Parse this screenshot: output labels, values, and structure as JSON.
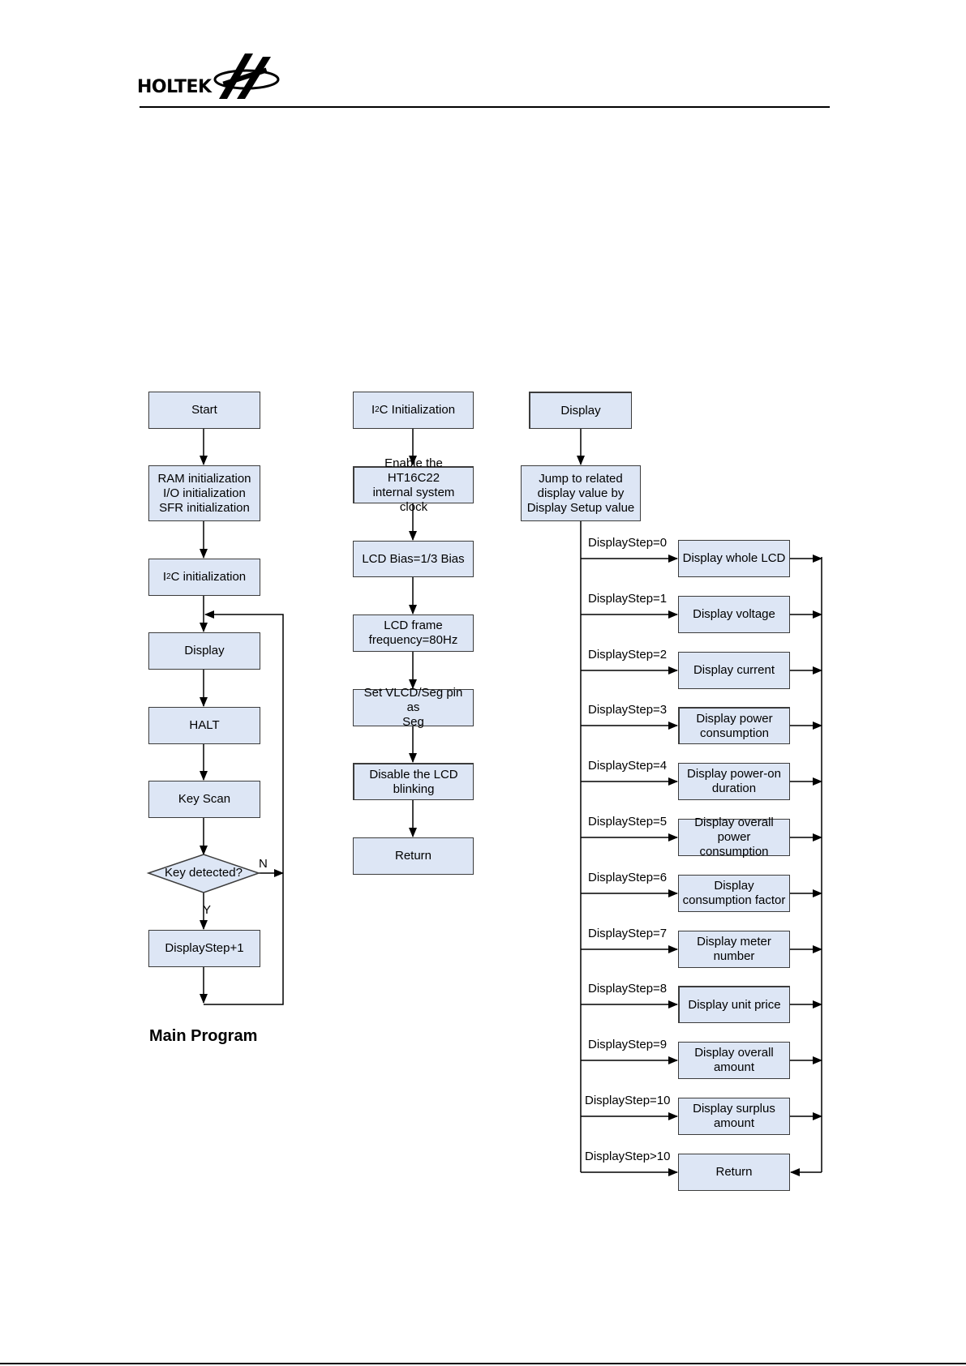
{
  "header": {
    "logo_text": "HOLTEK"
  },
  "main_program": {
    "caption": "Main Program",
    "start": "Start",
    "init": "RAM initialization\nI/O initialization\nSFR initialization",
    "i2c_pre": "I",
    "i2c_sup": "2",
    "i2c_post": "C initialization",
    "display": "Display",
    "halt": "HALT",
    "key_scan": "Key Scan",
    "key_detected": "Key detected?",
    "branch_no": "N",
    "branch_yes": "Y",
    "display_step_inc": "DisplayStep+1"
  },
  "i2c_init": {
    "title_pre": "I",
    "title_sup": "2",
    "title_post": "C Initialization",
    "steps": [
      "Enable the HT16C22\ninternal system clock",
      "LCD Bias=1/3 Bias",
      "LCD frame\nfrequency=80Hz",
      "Set VLCD/Seg pin as\nSeg",
      "Disable the LCD\nblinking",
      "Return"
    ]
  },
  "display_routine": {
    "title": "Display",
    "jump": "Jump to related\ndisplay value by\nDisplay Setup value",
    "cases": [
      {
        "cond": "DisplayStep=0",
        "action": "Display whole LCD"
      },
      {
        "cond": "DisplayStep=1",
        "action": "Display voltage"
      },
      {
        "cond": "DisplayStep=2",
        "action": "Display current"
      },
      {
        "cond": "DisplayStep=3",
        "action": "Display power\nconsumption"
      },
      {
        "cond": "DisplayStep=4",
        "action": "Display power-on\nduration"
      },
      {
        "cond": "DisplayStep=5",
        "action": "Display overall\npower consumption"
      },
      {
        "cond": "DisplayStep=6",
        "action": "Display\nconsumption factor"
      },
      {
        "cond": "DisplayStep=7",
        "action": "Display meter\nnumber"
      },
      {
        "cond": "DisplayStep=8",
        "action": "Display unit price"
      },
      {
        "cond": "DisplayStep=9",
        "action": "Display overall\namount"
      },
      {
        "cond": "DisplayStep=10",
        "action": "Display surplus\namount"
      },
      {
        "cond": "DisplayStep>10",
        "action": "Return"
      }
    ]
  }
}
